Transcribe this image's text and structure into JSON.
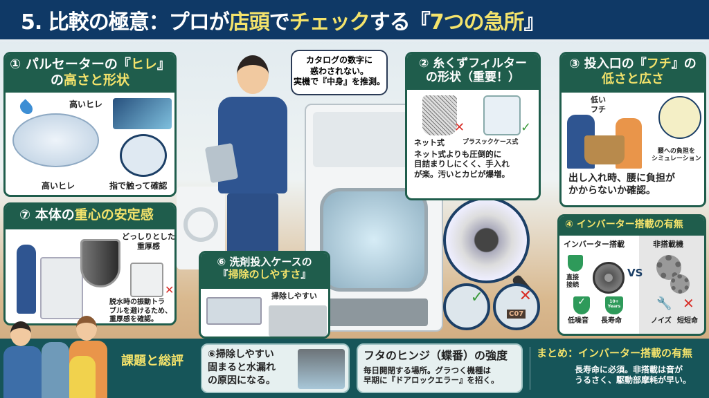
{
  "title": {
    "part1": "5. 比較の極意：プロが",
    "hl1": "店頭",
    "part2": "で",
    "hl2": "チェック",
    "part3": "する『",
    "hl3": "7つの急所",
    "part4": "』"
  },
  "speech_bubble": {
    "line1": "カタログの数字に",
    "line2": "惑わされない。",
    "line3": "実機で『中身』を推測。"
  },
  "panel1": {
    "title_a": "① パルセーターの『",
    "title_hl": "ヒレ",
    "title_b": "』",
    "title_c": "の",
    "title_hl2": "高さと形状",
    "label_high_fin_top": "高いヒレ",
    "label_high_fin_bottom": "高いヒレ",
    "label_touch": "指で触って確認"
  },
  "panel2": {
    "title_a": "② 糸くずフィルター",
    "title_b": "の形状（重要！）",
    "label_net": "ネット式",
    "label_plastic": "プラスックケース式",
    "desc1": "ネット式よりも圧倒的に",
    "desc2": "目詰まりしにくく、手入れ",
    "desc3": "が楽。汚いとカビが爆増。"
  },
  "panel3": {
    "title_a": "③ 投入口の『",
    "title_hl": "フチ",
    "title_b": "』の",
    "title_hl2": "低さと広さ",
    "label_low_a": "低い",
    "label_low_b": "フチ",
    "label_sim_a": "腰への負担を",
    "label_sim_b": "シミュレーション",
    "desc1": "出し入れ時、腰に負担が",
    "desc2": "かからないか確認。"
  },
  "panel4": {
    "title": "④ インバーター搭載の有無",
    "col_left": "インバーター搭載",
    "col_right": "非搭載機",
    "direct_a": "直接",
    "direct_b": "接続",
    "vs": "VS",
    "years_badge": "10+ Years",
    "low_noise": "低噪音",
    "long_life": "長寿命",
    "noise": "ノイズ",
    "short_life": "短短命"
  },
  "panel6": {
    "title_a": "⑥ 洗剤投入ケースの",
    "title_b": "『",
    "title_hl": "掃除のしやすさ",
    "title_c": "』",
    "label_easy": "掃除しやすい"
  },
  "panel7": {
    "title_a": "⑦ 本体の",
    "title_hl": "重心の安定感",
    "label_heavy_a": "どっしりとした",
    "label_heavy_b": "重厚感",
    "desc1": "脱水時の振動トラ",
    "desc2": "ブルを避けるため、",
    "desc3": "重厚感を確認。"
  },
  "hinge": {
    "error_code": "C07"
  },
  "bottom": {
    "section_label": "課題と総評",
    "box6_line1": "⑥掃除しやすい",
    "box6_line2": "固まると水漏れ",
    "box6_line3": "の原因になる。",
    "hinge_title": "フタのヒンジ（蝶番）の強度",
    "hinge_line1": "毎日開閉する場所。グラつく機種は",
    "hinge_line2": "早期に『ドアロックエラー』を招く。",
    "summary_title": "まとめ：インバーター搭載の有無",
    "summary_line1": "長寿命に必須。非搭載は音が",
    "summary_line2": "うるさく、駆動部摩耗が早い。"
  },
  "colors": {
    "header_bg": "#0f3966",
    "panel_green": "#1f5d4c",
    "highlight": "#f4e36b",
    "bottom_bg": "#165559",
    "ok": "#3a9a3a",
    "ng": "#d8302a"
  }
}
